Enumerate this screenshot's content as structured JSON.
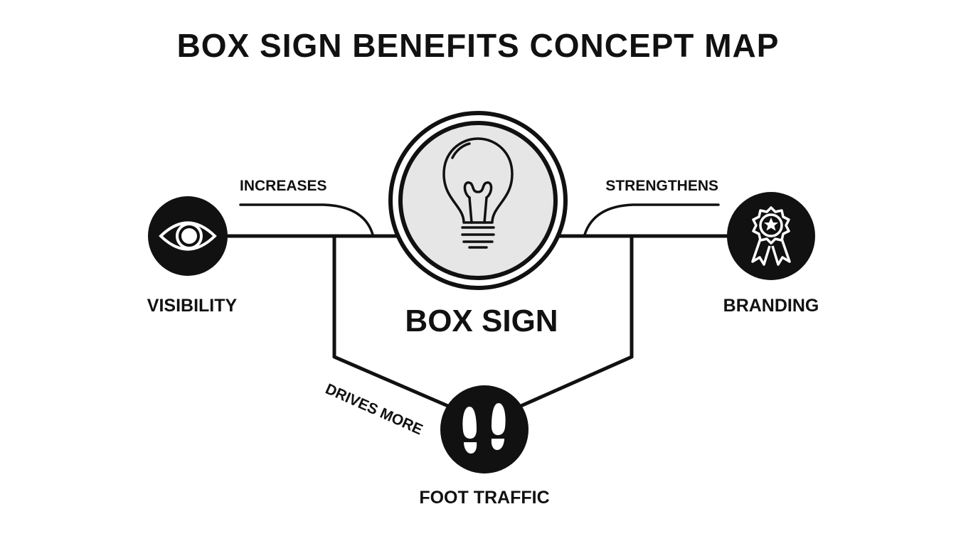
{
  "title": "BOX SIGN BENEFITS CONCEPT MAP",
  "center": {
    "label": "BOX SIGN",
    "icon": "lightbulb-icon"
  },
  "nodes": {
    "visibility": {
      "label": "VISIBILITY",
      "icon": "eye-icon"
    },
    "branding": {
      "label": "BRANDING",
      "icon": "award-ribbon-icon"
    },
    "foot_traffic": {
      "label": "FOOT TRAFFIC",
      "icon": "footprints-icon"
    }
  },
  "edges": {
    "increases": "INCREASES",
    "strengthens": "STRENGTHENS",
    "drives_more": "DRIVES MORE"
  },
  "colors": {
    "ink": "#111111",
    "bulb_fill": "#e6e6e6",
    "background": "#ffffff"
  }
}
